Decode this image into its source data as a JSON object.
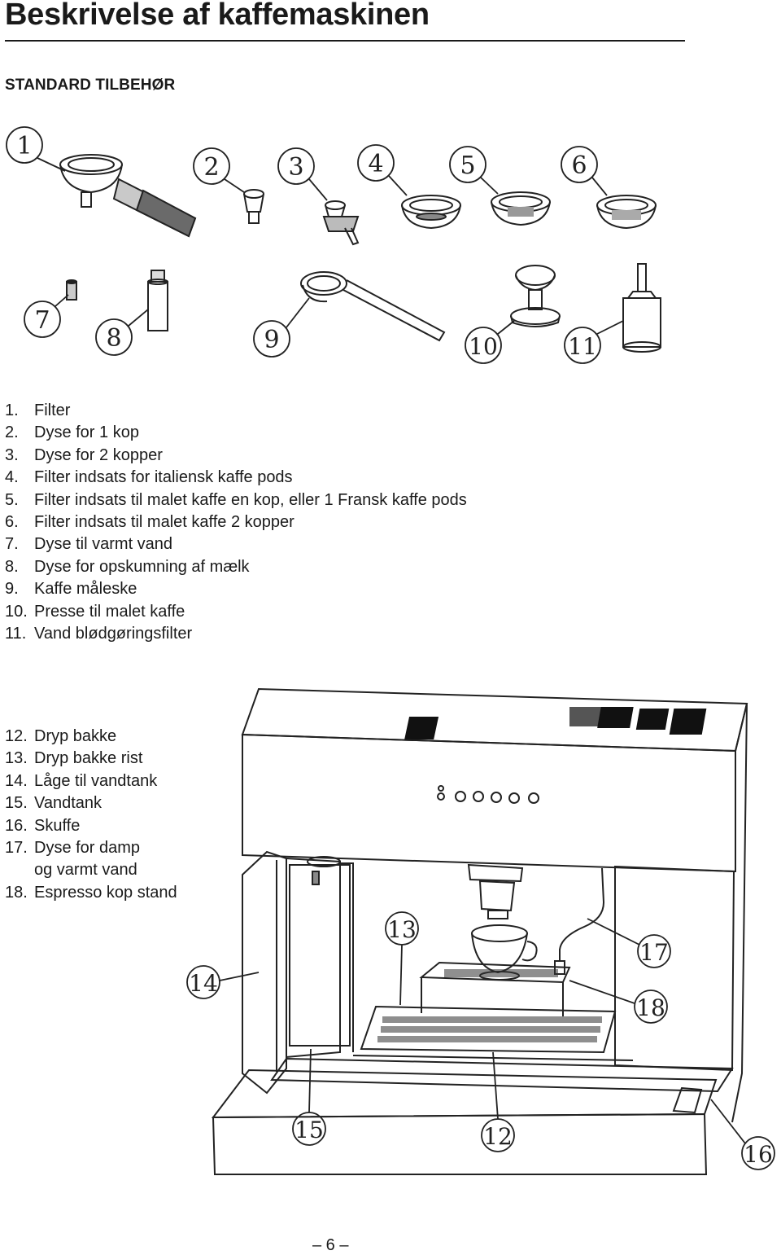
{
  "page": {
    "title": "Beskrivelse af kaffemaskinen",
    "section_heading": "STANDARD TILBEHØR",
    "page_number": "– 6 –"
  },
  "figure_accessories": {
    "callouts": [
      "1",
      "2",
      "3",
      "4",
      "5",
      "6",
      "7",
      "8",
      "9",
      "10",
      "11"
    ]
  },
  "accessories": [
    {
      "num": "1.",
      "label": "Filter"
    },
    {
      "num": "2.",
      "label": "Dyse for 1 kop"
    },
    {
      "num": "3.",
      "label": "Dyse for 2 kopper"
    },
    {
      "num": "4.",
      "label": "Filter indsats for italiensk kaffe pods"
    },
    {
      "num": "5.",
      "label": "Filter indsats til malet kaffe en kop, eller 1 Fransk kaffe pods"
    },
    {
      "num": "6.",
      "label": "Filter indsats til malet kaffe 2 kopper"
    },
    {
      "num": "7.",
      "label": "Dyse til varmt vand"
    },
    {
      "num": "8.",
      "label": "Dyse for opskumning af mælk"
    },
    {
      "num": "9.",
      "label": "Kaffe måleske"
    },
    {
      "num": "10.",
      "label": "Presse til malet kaffe"
    },
    {
      "num": "11.",
      "label": "Vand blødgøringsfilter"
    }
  ],
  "figure_machine": {
    "callouts": [
      "12",
      "13",
      "14",
      "15",
      "16",
      "17",
      "18"
    ]
  },
  "machine_parts": [
    {
      "num": "12.",
      "label": "Dryp bakke"
    },
    {
      "num": "13.",
      "label": "Dryp bakke rist"
    },
    {
      "num": "14.",
      "label": "Låge til vandtank"
    },
    {
      "num": "15.",
      "label": "Vandtank"
    },
    {
      "num": "16.",
      "label": "Skuffe"
    },
    {
      "num": "17.",
      "label": "Dyse for damp"
    },
    {
      "num": "",
      "label": "og varmt vand"
    },
    {
      "num": "18.",
      "label": "Espresso kop stand"
    }
  ]
}
